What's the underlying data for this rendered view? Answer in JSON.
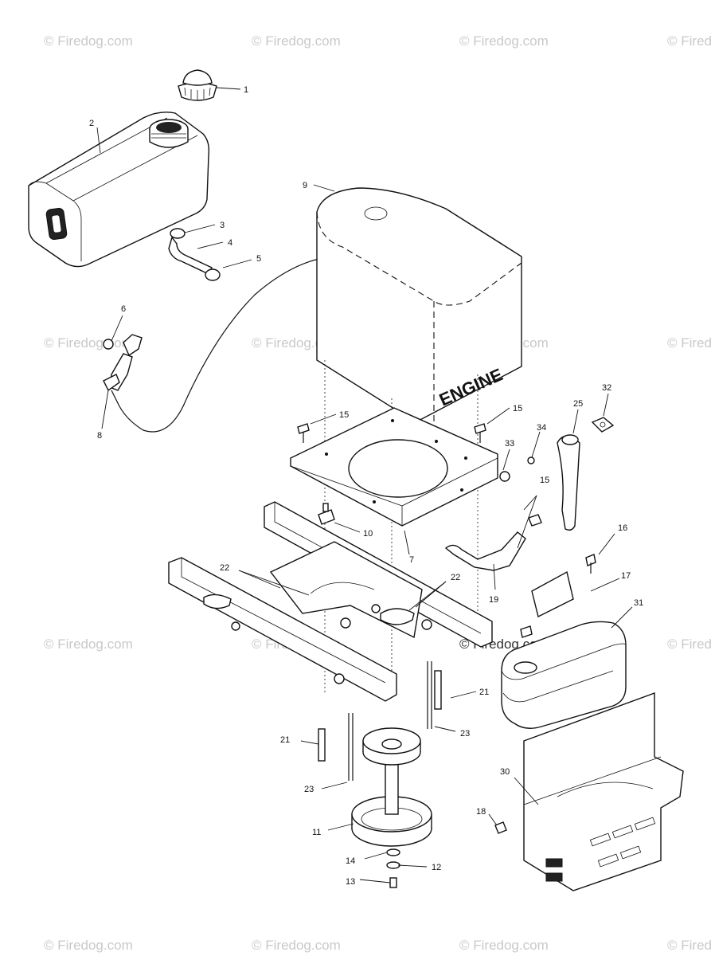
{
  "watermark": "© Firedog.com",
  "engine_label": "ENGINE",
  "callouts": {
    "c1": "1",
    "c2": "2",
    "c3": "3",
    "c4": "4",
    "c5": "5",
    "c6": "6",
    "c7": "7",
    "c8": "8",
    "c9": "9",
    "c10": "10",
    "c11": "11",
    "c12": "12",
    "c13": "13",
    "c14": "14",
    "c15a": "15",
    "c15b": "15",
    "c15c": "15",
    "c16": "16",
    "c17": "17",
    "c18": "18",
    "c19": "19",
    "c21a": "21",
    "c21b": "21",
    "c22a": "22",
    "c22b": "22",
    "c23a": "23",
    "c23b": "23",
    "c25": "25",
    "c30": "30",
    "c31": "31",
    "c32": "32",
    "c33": "33",
    "c34": "34"
  }
}
